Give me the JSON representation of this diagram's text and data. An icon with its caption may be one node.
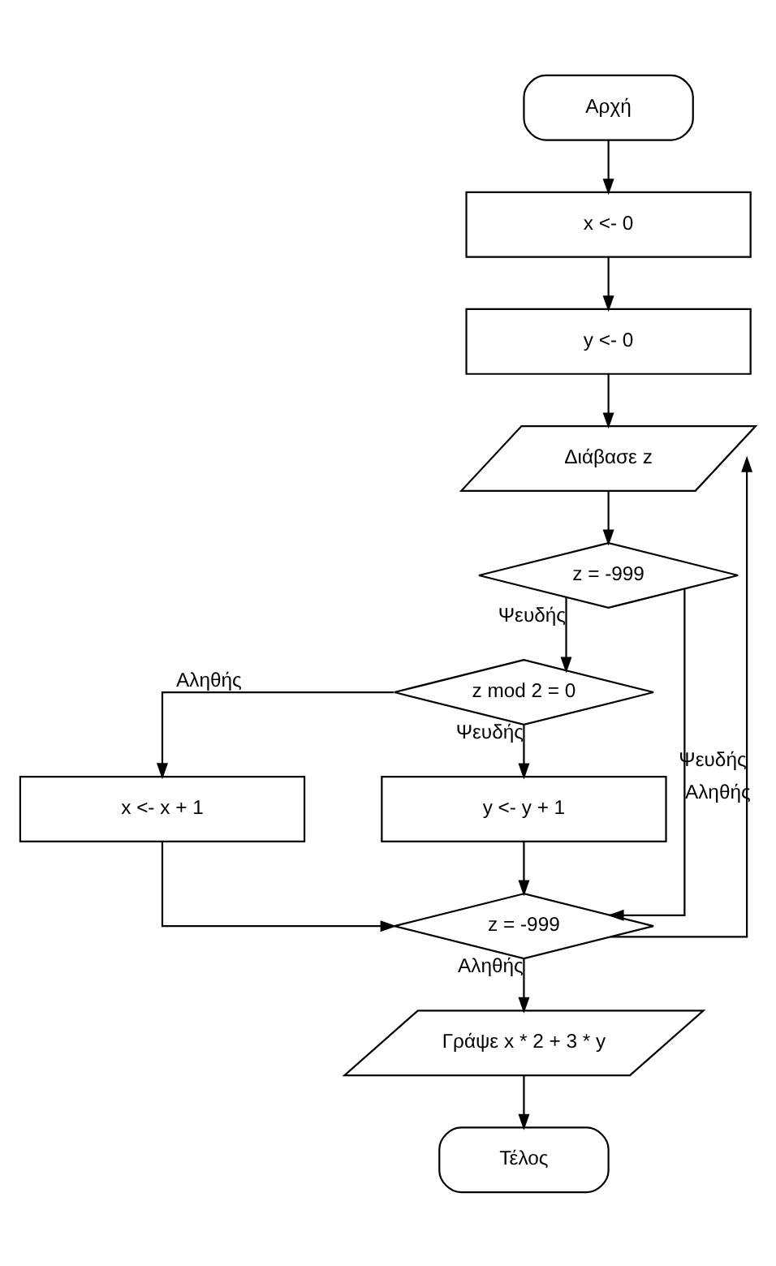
{
  "diagram": {
    "nodes": [
      {
        "text": [
          "Αρχή"
        ]
      },
      {
        "text": [
          "x <- 0"
        ]
      },
      {
        "text": [
          "y <- 0"
        ]
      },
      {
        "text": [
          "Διάβασε z"
        ]
      },
      {
        "text": [
          "z = -999"
        ]
      },
      {
        "text": [
          "z mod 2 = 0"
        ]
      },
      {
        "text": [
          "x <- x + 1"
        ]
      },
      {
        "text": [
          "y <- y + 1"
        ]
      },
      {
        "text": [
          "z = -999"
        ]
      },
      {
        "text": [
          "Γράψε x * 2 + 3 * y"
        ]
      },
      {
        "text": [
          "Τέλος"
        ]
      }
    ],
    "edges": [
      {
        "from": 0,
        "to": 1,
        "arrow": "to"
      },
      {
        "from": 1,
        "to": 2,
        "arrow": "to"
      },
      {
        "from": 2,
        "to": 3,
        "arrow": "to"
      },
      {
        "from": 3,
        "to": 4,
        "arrow": "to"
      },
      {
        "from": 4,
        "to": 8,
        "label": "Αληθής",
        "arrow": "to"
      },
      {
        "from": 4,
        "to": 5,
        "label": "Ψευδής",
        "arrow": "to"
      },
      {
        "from": 5,
        "to": 6,
        "label": "Αληθής",
        "arrow": "to"
      },
      {
        "from": 5,
        "to": 7,
        "label": "Ψευδής",
        "arrow": "to"
      },
      {
        "from": 6,
        "to": 8,
        "arrow": "to"
      },
      {
        "from": 7,
        "to": 8,
        "arrow": "to"
      },
      {
        "from": 8,
        "to": 3,
        "label": "Ψευδής",
        "arrow": "to"
      },
      {
        "from": 8,
        "to": 9,
        "label": "Αληθής",
        "arrow": "to"
      },
      {
        "from": 9,
        "to": 10,
        "arrow": "to"
      }
    ]
  }
}
